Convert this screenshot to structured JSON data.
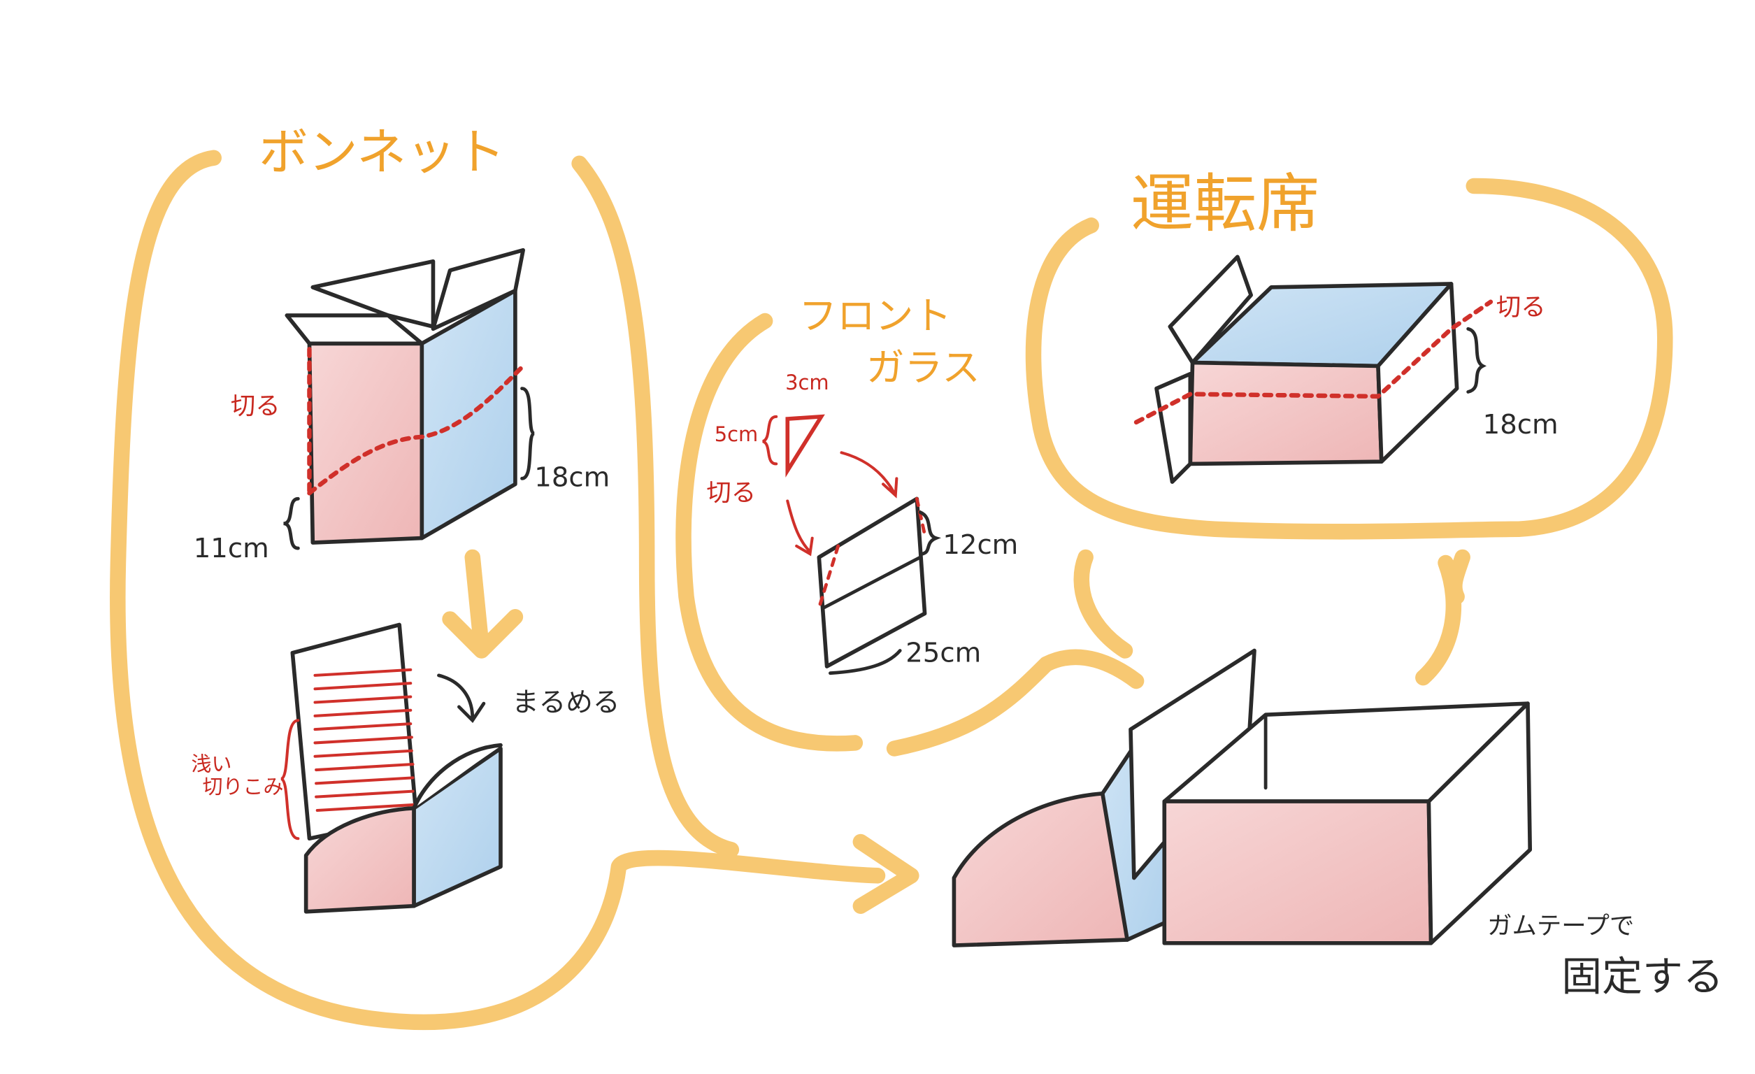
{
  "sections": {
    "bonnet": {
      "title": "ボンネット",
      "cut_label": "切る",
      "height_label": "18cm",
      "base_label": "11cm",
      "roll_label": "まるめる",
      "shallow_label": "浅い",
      "incision_label": "切りこみ"
    },
    "windshield": {
      "title_line1": "フロント",
      "title_line2": "ガラス",
      "width_top_label": "3cm",
      "height_tri_label": "5cm",
      "cut_label": "切る",
      "height_label": "12cm",
      "width_label": "25cm"
    },
    "driver_seat": {
      "title": "運転席",
      "cut_label": "切る",
      "height_label": "18cm"
    },
    "assembly": {
      "note_line1": "ガムテープで",
      "note_line2": "固定する"
    }
  },
  "colors": {
    "bubble": "#f7c872",
    "title": "#f0a22c",
    "cut": "#d0302a",
    "pink": "#f2c4c4",
    "blue": "#bcdaf0"
  }
}
